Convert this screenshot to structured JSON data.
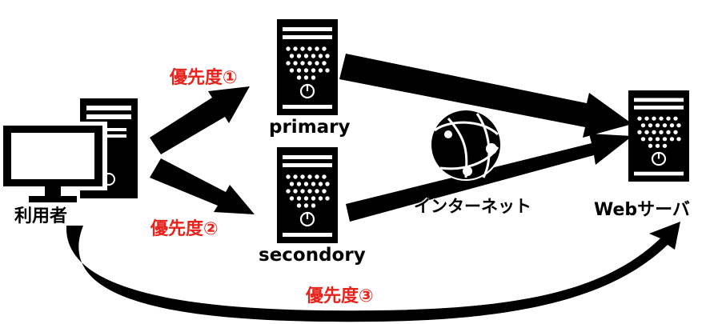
{
  "colors": {
    "priority_text": "#e8231c",
    "label_text": "#000000",
    "arrow": "#000000",
    "background": "#ffffff"
  },
  "nodes": {
    "user": {
      "label": "利用者",
      "icon": "desktop-pc-icon"
    },
    "primary": {
      "label": "primary",
      "icon": "server-tower-icon"
    },
    "secondary": {
      "label": "secondory",
      "icon": "server-tower-icon"
    },
    "internet": {
      "label": "インターネット",
      "icon": "globe-network-icon"
    },
    "web_server": {
      "label": "Webサーバ",
      "icon": "server-tower-icon"
    }
  },
  "edges": {
    "priority1": {
      "label": "優先度①",
      "from": "user",
      "to": "primary"
    },
    "priority2": {
      "label": "優先度②",
      "from": "user",
      "to": "secondary"
    },
    "priority3": {
      "label": "優先度③",
      "from": "user",
      "to": "web_server"
    },
    "primary_to_web": {
      "from": "primary",
      "to": "web_server"
    },
    "secondary_to_web": {
      "from": "secondary",
      "to": "web_server",
      "via": "internet"
    }
  }
}
